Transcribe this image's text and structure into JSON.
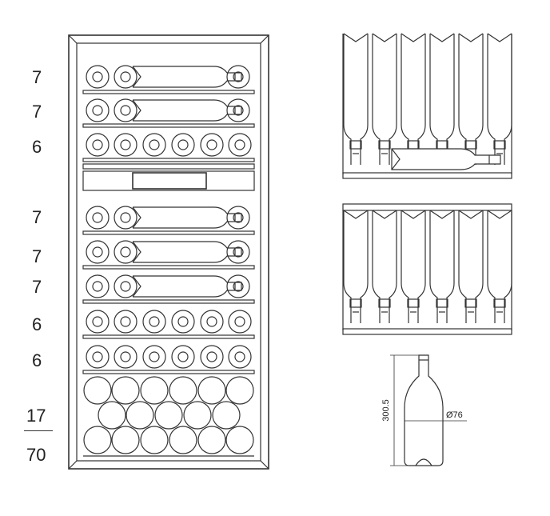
{
  "shelf_counts": [
    "7",
    "7",
    "6",
    "7",
    "7",
    "7",
    "6",
    "6",
    "17"
  ],
  "total_capacity": "70",
  "bottle_dimensions": {
    "height": "300.5",
    "diameter": "Ø76"
  },
  "colors": {
    "line": "#333333",
    "background": "#ffffff"
  }
}
